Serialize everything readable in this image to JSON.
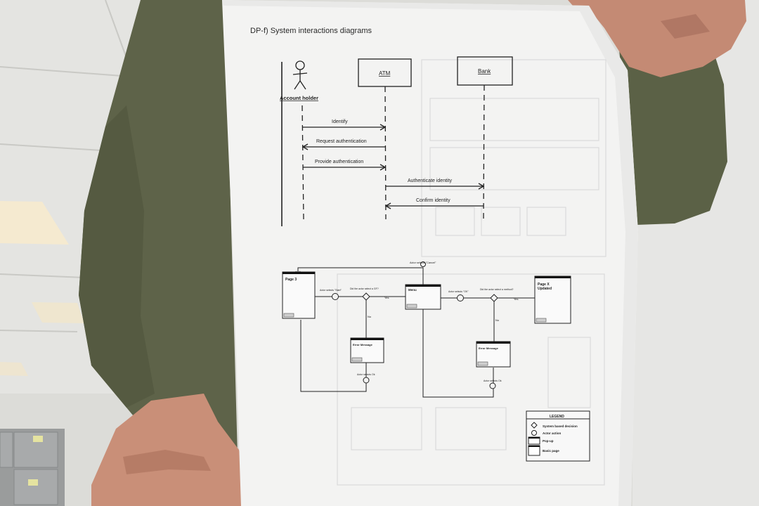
{
  "document": {
    "title": "DP-f) System interactions diagrams"
  },
  "sequence": {
    "actor": "Account holder",
    "lifelines": [
      "ATM",
      "Bank"
    ],
    "messages": [
      "Identify",
      "Request authentication",
      "Provide authentication",
      "Authenticate identity",
      "Confirm identity"
    ]
  },
  "flow": {
    "cancel_label": "Actor selects \"Cancel\"",
    "pages": {
      "page3": "Page 3",
      "menu": "Menu",
      "pagex": "Page X\nUpdated",
      "error1": "Error Message",
      "error2": "Error Message"
    },
    "labels": {
      "a1": "Actor selects \"Start\"",
      "d1": "Did the actor select a GF?",
      "yes1": "Yes",
      "no1": "No",
      "a2": "Actor selects \"OK\"",
      "d2": "Did the actor select a method?",
      "yes2": "Yes",
      "no2": "No",
      "ok1": "Actor selects Ok",
      "ok2": "Actor selects Ok"
    },
    "legend": {
      "title": "LEGEND",
      "items": [
        "System based decision",
        "Actor action",
        "Pop-up",
        "Basic page"
      ]
    }
  }
}
